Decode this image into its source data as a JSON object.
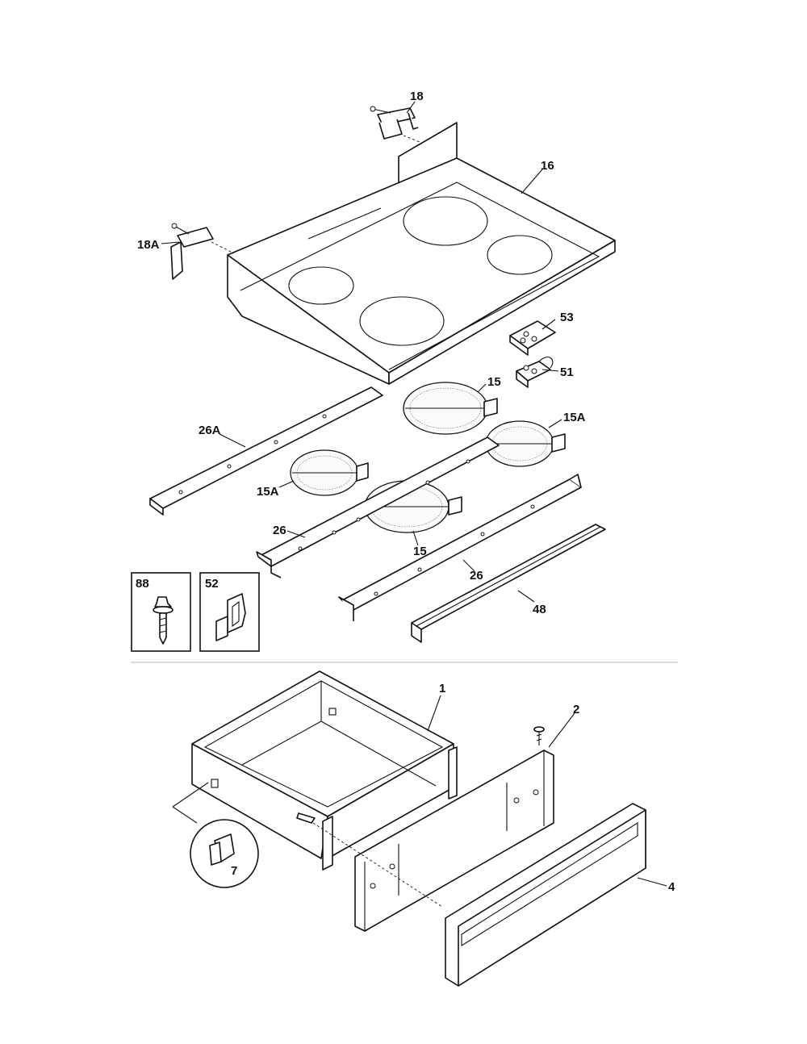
{
  "callouts": {
    "c18": "18",
    "c16": "16",
    "c18A": "18A",
    "c53": "53",
    "c51": "51",
    "c15_top": "15",
    "c15A_right": "15A",
    "c26A": "26A",
    "c15A_left": "15A",
    "c26_left": "26",
    "c15_bottom": "15",
    "c26_right": "26",
    "c48": "48",
    "c88": "88",
    "c52": "52",
    "c1": "1",
    "c2": "2",
    "c4": "4",
    "c7": "7"
  }
}
